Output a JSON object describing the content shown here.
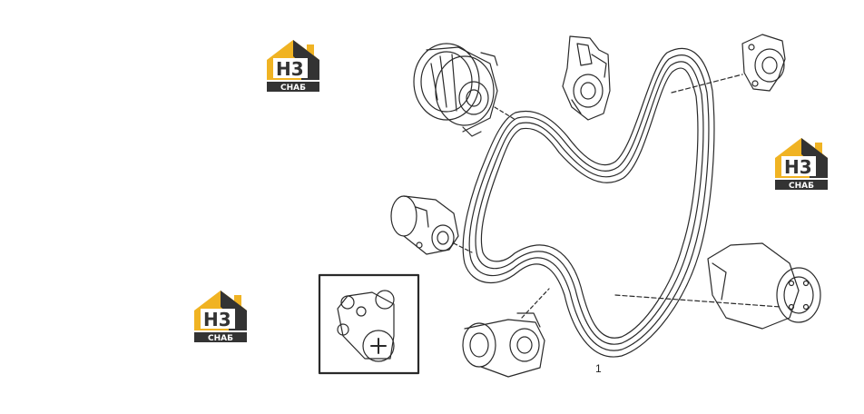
{
  "logo": {
    "top_text": "H3",
    "bottom_text": "СНАБ",
    "color_yellow": "#F0B323",
    "color_dark": "#333333"
  },
  "callouts": [
    "1"
  ],
  "colors": {
    "line": "#2a2a2a",
    "background": "#ffffff"
  }
}
